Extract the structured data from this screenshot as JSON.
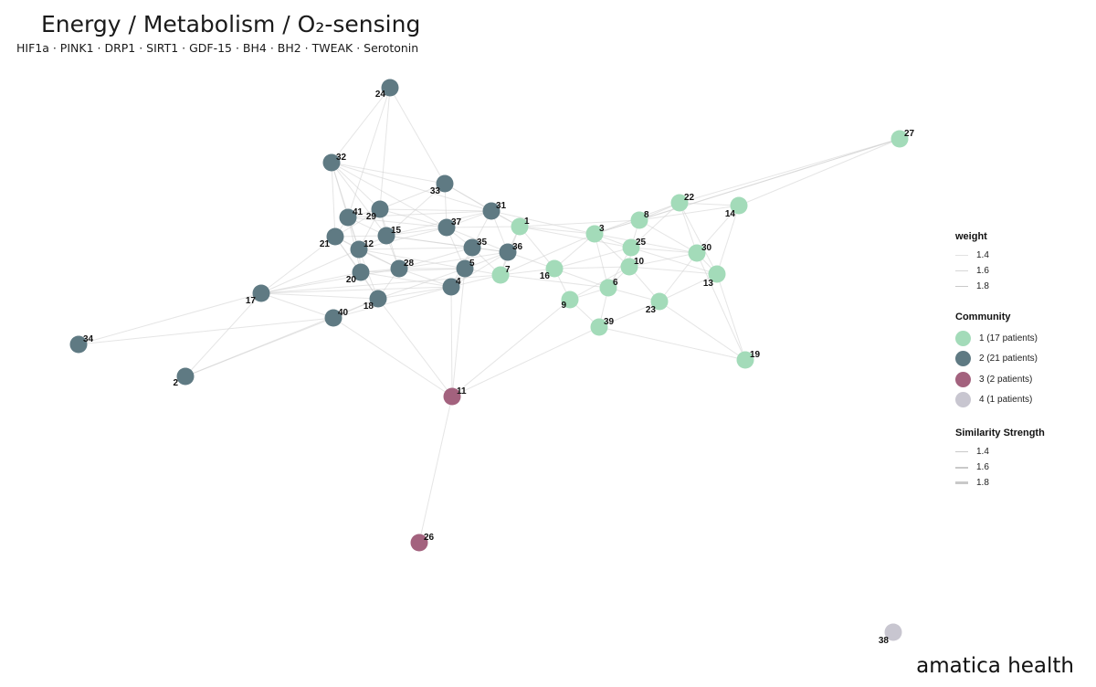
{
  "title": "Energy / Metabolism / O₂-sensing",
  "subtitle": "HIF1a · PINK1 · DRP1 · SIRT1 · GDF-15 · BH4 · BH2 · TWEAK · Serotonin",
  "brand": "amatica health",
  "colors": {
    "community_1": "#a3dbb9",
    "community_2": "#5f7a83",
    "community_3": "#a3627e",
    "community_4": "#c8c6d0",
    "edge": "#cfcfcf"
  },
  "legend": {
    "weight": {
      "title": "weight",
      "items": [
        {
          "label": "1.4",
          "value": 1.4
        },
        {
          "label": "1.6",
          "value": 1.6
        },
        {
          "label": "1.8",
          "value": 1.8
        }
      ]
    },
    "community": {
      "title": "Community",
      "items": [
        {
          "id": 1,
          "label": "1 (17 patients)",
          "color": "#a3dbb9"
        },
        {
          "id": 2,
          "label": "2 (21 patients)",
          "color": "#5f7a83"
        },
        {
          "id": 3,
          "label": "3 (2 patients)",
          "color": "#a3627e"
        },
        {
          "id": 4,
          "label": "4 (1 patients)",
          "color": "#c8c6d0"
        }
      ]
    },
    "strength": {
      "title": "Similarity Strength",
      "items": [
        {
          "label": "1.4",
          "value": 1.4
        },
        {
          "label": "1.6",
          "value": 1.6
        },
        {
          "label": "1.8",
          "value": 1.8
        }
      ]
    }
  },
  "nodes": [
    {
      "id": "1",
      "community": 1
    },
    {
      "id": "2",
      "community": 2
    },
    {
      "id": "3",
      "community": 1
    },
    {
      "id": "4",
      "community": 2
    },
    {
      "id": "5",
      "community": 2
    },
    {
      "id": "6",
      "community": 1
    },
    {
      "id": "7",
      "community": 1
    },
    {
      "id": "8",
      "community": 1
    },
    {
      "id": "9",
      "community": 1
    },
    {
      "id": "10",
      "community": 1
    },
    {
      "id": "11",
      "community": 3
    },
    {
      "id": "12",
      "community": 2
    },
    {
      "id": "13",
      "community": 1
    },
    {
      "id": "14",
      "community": 1
    },
    {
      "id": "15",
      "community": 2
    },
    {
      "id": "16",
      "community": 1
    },
    {
      "id": "17",
      "community": 2
    },
    {
      "id": "18",
      "community": 2
    },
    {
      "id": "19",
      "community": 1
    },
    {
      "id": "20",
      "community": 2
    },
    {
      "id": "21",
      "community": 2
    },
    {
      "id": "22",
      "community": 1
    },
    {
      "id": "23",
      "community": 1
    },
    {
      "id": "24",
      "community": 2
    },
    {
      "id": "25",
      "community": 1
    },
    {
      "id": "26",
      "community": 3
    },
    {
      "id": "27",
      "community": 1
    },
    {
      "id": "28",
      "community": 2
    },
    {
      "id": "29",
      "community": 2
    },
    {
      "id": "30",
      "community": 1
    },
    {
      "id": "31",
      "community": 2
    },
    {
      "id": "32",
      "community": 2
    },
    {
      "id": "33",
      "community": 2
    },
    {
      "id": "34",
      "community": 2
    },
    {
      "id": "35",
      "community": 2
    },
    {
      "id": "36",
      "community": 2
    },
    {
      "id": "37",
      "community": 2
    },
    {
      "id": "38",
      "community": 4
    },
    {
      "id": "39",
      "community": 1
    },
    {
      "id": "40",
      "community": 2
    },
    {
      "id": "41",
      "community": 2
    }
  ],
  "edges": [
    [
      "24",
      "32"
    ],
    [
      "24",
      "33"
    ],
    [
      "24",
      "29"
    ],
    [
      "24",
      "41"
    ],
    [
      "27",
      "22"
    ],
    [
      "27",
      "14"
    ],
    [
      "27",
      "8"
    ],
    [
      "27",
      "3"
    ],
    [
      "34",
      "17"
    ],
    [
      "34",
      "40"
    ],
    [
      "2",
      "40"
    ],
    [
      "2",
      "17"
    ],
    [
      "2",
      "18"
    ],
    [
      "17",
      "18"
    ],
    [
      "17",
      "20"
    ],
    [
      "17",
      "21"
    ],
    [
      "17",
      "12"
    ],
    [
      "17",
      "4"
    ],
    [
      "17",
      "7"
    ],
    [
      "17",
      "40"
    ],
    [
      "17",
      "28"
    ],
    [
      "11",
      "26"
    ],
    [
      "11",
      "18"
    ],
    [
      "11",
      "4"
    ],
    [
      "11",
      "9"
    ],
    [
      "11",
      "40"
    ],
    [
      "11",
      "39"
    ],
    [
      "11",
      "5"
    ],
    [
      "19",
      "13"
    ],
    [
      "19",
      "23"
    ],
    [
      "19",
      "39"
    ],
    [
      "19",
      "30"
    ],
    [
      "32",
      "29"
    ],
    [
      "32",
      "41"
    ],
    [
      "32",
      "12"
    ],
    [
      "32",
      "15"
    ],
    [
      "32",
      "33"
    ],
    [
      "32",
      "37"
    ],
    [
      "32",
      "31"
    ],
    [
      "32",
      "21"
    ],
    [
      "33",
      "37"
    ],
    [
      "33",
      "31"
    ],
    [
      "33",
      "15"
    ],
    [
      "33",
      "29"
    ],
    [
      "33",
      "1"
    ],
    [
      "41",
      "29"
    ],
    [
      "41",
      "12"
    ],
    [
      "41",
      "21"
    ],
    [
      "41",
      "15"
    ],
    [
      "41",
      "37"
    ],
    [
      "41",
      "31"
    ],
    [
      "41",
      "20"
    ],
    [
      "29",
      "15"
    ],
    [
      "29",
      "12"
    ],
    [
      "29",
      "21"
    ],
    [
      "29",
      "37"
    ],
    [
      "29",
      "31"
    ],
    [
      "29",
      "28"
    ],
    [
      "21",
      "12"
    ],
    [
      "21",
      "20"
    ],
    [
      "21",
      "15"
    ],
    [
      "21",
      "28"
    ],
    [
      "21",
      "18"
    ],
    [
      "12",
      "15"
    ],
    [
      "12",
      "20"
    ],
    [
      "12",
      "28"
    ],
    [
      "12",
      "37"
    ],
    [
      "12",
      "35"
    ],
    [
      "12",
      "5"
    ],
    [
      "12",
      "18"
    ],
    [
      "15",
      "37"
    ],
    [
      "15",
      "28"
    ],
    [
      "15",
      "35"
    ],
    [
      "15",
      "31"
    ],
    [
      "15",
      "36"
    ],
    [
      "20",
      "28"
    ],
    [
      "20",
      "18"
    ],
    [
      "20",
      "5"
    ],
    [
      "20",
      "4"
    ],
    [
      "28",
      "5"
    ],
    [
      "28",
      "35"
    ],
    [
      "28",
      "18"
    ],
    [
      "28",
      "4"
    ],
    [
      "28",
      "36"
    ],
    [
      "18",
      "40"
    ],
    [
      "18",
      "4"
    ],
    [
      "18",
      "5"
    ],
    [
      "37",
      "31"
    ],
    [
      "37",
      "35"
    ],
    [
      "37",
      "36"
    ],
    [
      "37",
      "5"
    ],
    [
      "37",
      "1"
    ],
    [
      "31",
      "1"
    ],
    [
      "31",
      "36"
    ],
    [
      "31",
      "3"
    ],
    [
      "31",
      "35"
    ],
    [
      "35",
      "36"
    ],
    [
      "35",
      "5"
    ],
    [
      "35",
      "4"
    ],
    [
      "35",
      "7"
    ],
    [
      "36",
      "5"
    ],
    [
      "36",
      "7"
    ],
    [
      "36",
      "16"
    ],
    [
      "36",
      "1"
    ],
    [
      "36",
      "4"
    ],
    [
      "5",
      "4"
    ],
    [
      "5",
      "7"
    ],
    [
      "4",
      "7"
    ],
    [
      "4",
      "40"
    ],
    [
      "7",
      "16"
    ],
    [
      "7",
      "1"
    ],
    [
      "7",
      "3"
    ],
    [
      "7",
      "6"
    ],
    [
      "1",
      "3"
    ],
    [
      "1",
      "16"
    ],
    [
      "1",
      "8"
    ],
    [
      "1",
      "25"
    ],
    [
      "3",
      "8"
    ],
    [
      "3",
      "25"
    ],
    [
      "3",
      "10"
    ],
    [
      "3",
      "16"
    ],
    [
      "3",
      "6"
    ],
    [
      "3",
      "22"
    ],
    [
      "3",
      "30"
    ],
    [
      "16",
      "6"
    ],
    [
      "16",
      "10"
    ],
    [
      "16",
      "9"
    ],
    [
      "16",
      "25"
    ],
    [
      "6",
      "9"
    ],
    [
      "6",
      "10"
    ],
    [
      "6",
      "25"
    ],
    [
      "6",
      "23"
    ],
    [
      "6",
      "39"
    ],
    [
      "9",
      "39"
    ],
    [
      "9",
      "10"
    ],
    [
      "10",
      "25"
    ],
    [
      "10",
      "13"
    ],
    [
      "10",
      "30"
    ],
    [
      "10",
      "23"
    ],
    [
      "25",
      "8"
    ],
    [
      "25",
      "30"
    ],
    [
      "25",
      "22"
    ],
    [
      "25",
      "13"
    ],
    [
      "8",
      "22"
    ],
    [
      "8",
      "14"
    ],
    [
      "8",
      "30"
    ],
    [
      "22",
      "14"
    ],
    [
      "22",
      "30"
    ],
    [
      "22",
      "13"
    ],
    [
      "14",
      "30"
    ],
    [
      "14",
      "13"
    ],
    [
      "30",
      "13"
    ],
    [
      "13",
      "23"
    ],
    [
      "23",
      "39"
    ],
    [
      "23",
      "30"
    ]
  ]
}
